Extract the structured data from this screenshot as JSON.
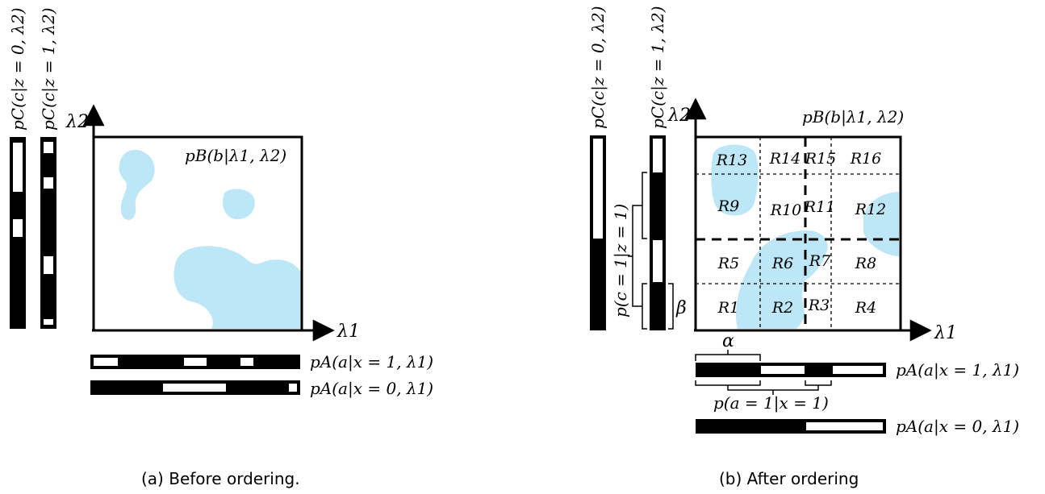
{
  "colors": {
    "blob": "#bde6f7",
    "ink": "#000000",
    "background": "#ffffff"
  },
  "panel_a": {
    "caption": "(a) Before ordering.",
    "pc_z0_label": "pC(c|z = 0, λ2)",
    "pc_z1_label": "pC(c|z = 1, λ2)",
    "pb_label": "pB(b|λ1, λ2)",
    "axis_x": "λ1",
    "axis_y": "λ2",
    "pa_x1_label": "pA(a|x = 1, λ1)",
    "pa_x0_label": "pA(a|x = 0, λ1)"
  },
  "panel_b": {
    "caption": "(b) After ordering",
    "pc_z0_label": "pC(c|z = 0, λ2)",
    "pc_z1_label": "pC(c|z = 1, λ2)",
    "pb_label": "pB(b|λ1, λ2)",
    "axis_x": "λ1",
    "axis_y": "λ2",
    "pa_x1_label": "pA(a|x = 1, λ1)",
    "pa_x0_label": "pA(a|x = 0, λ1)",
    "alpha_label": "α",
    "beta_label": "β",
    "p_a_label": "p(a = 1|x = 1)",
    "p_c_label": "p(c = 1|z = 1)",
    "regions": [
      "R1",
      "R2",
      "R3",
      "R4",
      "R5",
      "R6",
      "R7",
      "R8",
      "R9",
      "R10",
      "R11",
      "R12",
      "R13",
      "R14",
      "R15",
      "R16"
    ]
  }
}
